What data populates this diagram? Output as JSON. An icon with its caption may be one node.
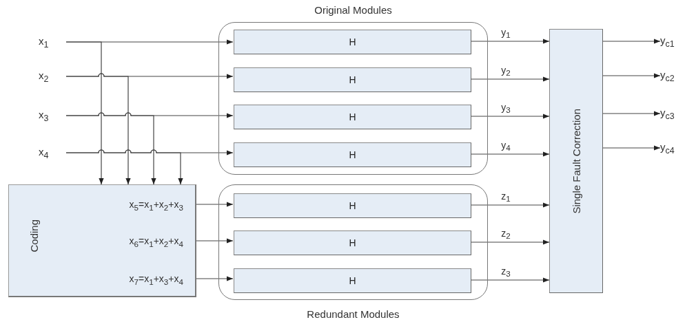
{
  "diagram": {
    "nodes": [
      {
        "text": [
          "x$_{1}$"
        ]
      },
      {
        "text": [
          "x$_{2}$"
        ]
      },
      {
        "text": [
          "x$_{3}$"
        ]
      },
      {
        "text": [
          "x$_{4}$"
        ]
      },
      {
        "text": [
          "Original Modules"
        ]
      },
      {
        "text": [
          "H"
        ],
        "in": 4
      },
      {
        "text": [
          "H"
        ],
        "in": 4
      },
      {
        "text": [
          "H"
        ],
        "in": 4
      },
      {
        "text": [
          "H"
        ],
        "in": 4
      },
      {
        "text": [
          "Coding"
        ]
      },
      {
        "text": [
          "x$_{5}$=x$_{1}$+x$_{2}$+x$_{3}$"
        ],
        "in": 9
      },
      {
        "text": [
          "x$_{6}$=x$_{1}$+x$_{2}$+x$_{4}$"
        ],
        "in": 9
      },
      {
        "text": [
          "x$_{7}$=x$_{1}$+x$_{3}$+x$_{4}$"
        ],
        "in": 9
      },
      {
        "text": [
          "Redundant Modules"
        ]
      },
      {
        "text": [
          "H"
        ],
        "in": 13
      },
      {
        "text": [
          "H"
        ],
        "in": 13
      },
      {
        "text": [
          "H"
        ],
        "in": 13
      },
      {
        "text": [
          "Single Fault Correction"
        ]
      },
      {
        "text": [
          "y$_{c1}$"
        ]
      },
      {
        "text": [
          "y$_{c2}$"
        ]
      },
      {
        "text": [
          "y$_{c3}$"
        ]
      },
      {
        "text": [
          "y$_{c4}$"
        ]
      }
    ],
    "edges": [
      {
        "from": 0,
        "to": 5,
        "arrow": "to"
      },
      {
        "from": 1,
        "to": 6,
        "arrow": "to"
      },
      {
        "from": 2,
        "to": 7,
        "arrow": "to"
      },
      {
        "from": 3,
        "to": 8,
        "arrow": "to"
      },
      {
        "from": 0,
        "to": 9,
        "arrow": "to"
      },
      {
        "from": 1,
        "to": 9,
        "arrow": "to"
      },
      {
        "from": 2,
        "to": 9,
        "arrow": "to"
      },
      {
        "from": 3,
        "to": 9,
        "arrow": "to"
      },
      {
        "from": 10,
        "to": 14,
        "arrow": "to"
      },
      {
        "from": 11,
        "to": 15,
        "arrow": "to"
      },
      {
        "from": 12,
        "to": 16,
        "arrow": "to"
      },
      {
        "from": 5,
        "to": 17,
        "arrow": "to",
        "label": "y$_{1}$"
      },
      {
        "from": 6,
        "to": 17,
        "arrow": "to",
        "label": "y$_{2}$"
      },
      {
        "from": 7,
        "to": 17,
        "arrow": "to",
        "label": "y$_{3}$"
      },
      {
        "from": 8,
        "to": 17,
        "arrow": "to",
        "label": "y$_{4}$"
      },
      {
        "from": 14,
        "to": 17,
        "arrow": "to",
        "label": "z$_{1}$"
      },
      {
        "from": 15,
        "to": 17,
        "arrow": "to",
        "label": "z$_{2}$"
      },
      {
        "from": 16,
        "to": 17,
        "arrow": "to",
        "label": "z$_{3}$"
      },
      {
        "from": 17,
        "to": 18,
        "arrow": "to"
      },
      {
        "from": 17,
        "to": 19,
        "arrow": "to"
      },
      {
        "from": 17,
        "to": 20,
        "arrow": "to"
      },
      {
        "from": 17,
        "to": 21,
        "arrow": "to"
      }
    ]
  }
}
